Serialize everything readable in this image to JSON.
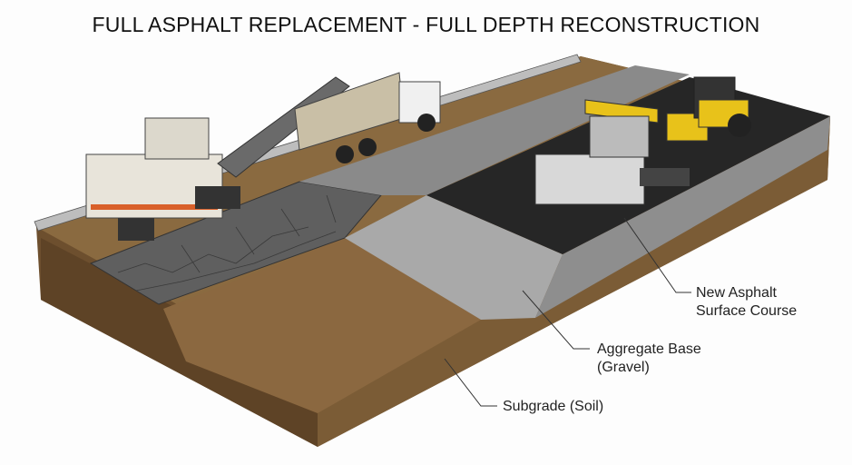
{
  "title": "FULL ASPHALT REPLACEMENT - FULL DEPTH RECONSTRUCTION",
  "labels": {
    "asphalt": {
      "line1": "New Asphalt",
      "line2": "Surface Course"
    },
    "aggregate": {
      "line1": "Aggregate Base",
      "line2": "(Gravel)"
    },
    "subgrade": "Subgrade (Soil)"
  },
  "colors": {
    "soil": "#7a5a36",
    "gravel": "#9a9a9a",
    "new_asphalt": "#2a2a2a",
    "old_asphalt": "#6e6e6e",
    "machine_yellow": "#e8c21a"
  }
}
